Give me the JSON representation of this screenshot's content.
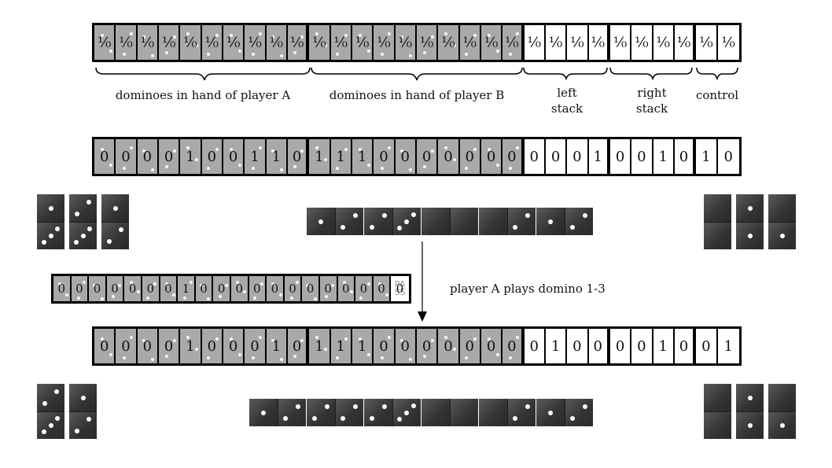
{
  "labels": {
    "hand_a": "dominoes in hand of player A",
    "hand_b": "dominoes in hand of player B",
    "left_stack": [
      "left",
      "stack"
    ],
    "right_stack": [
      "right",
      "stack"
    ],
    "control": "control",
    "move": "player A plays domino 1-3"
  },
  "rows": {
    "legend": {
      "gray": [
        "¹⁄₀",
        "¹⁄₀",
        "¹⁄₀",
        "¹⁄₀",
        "¹⁄₀",
        "¹⁄₀",
        "¹⁄₀",
        "¹⁄₀",
        "¹⁄₀",
        "¹⁄₀",
        "¹⁄₀",
        "¹⁄₀",
        "¹⁄₀",
        "¹⁄₀",
        "¹⁄₀",
        "¹⁄₀",
        "¹⁄₀",
        "¹⁄₀",
        "¹⁄₀",
        "¹⁄₀"
      ],
      "white": [
        "¹⁄₀",
        "¹⁄₀",
        "¹⁄₀",
        "¹⁄₀",
        "¹⁄₀",
        "¹⁄₀",
        "¹⁄₀",
        "¹⁄₀",
        "¹⁄₀",
        "¹⁄₀"
      ]
    },
    "before": {
      "gray": [
        "0",
        "0",
        "0",
        "0",
        "1",
        "0",
        "0",
        "1",
        "1",
        "0",
        "1",
        "1",
        "1",
        "0",
        "0",
        "0",
        "0",
        "0",
        "0",
        "0"
      ],
      "white": [
        "0",
        "0",
        "0",
        "1",
        "0",
        "0",
        "1",
        "0",
        "1",
        "0"
      ]
    },
    "move": {
      "gray": [
        "0",
        "0",
        "0",
        "0",
        "0",
        "0",
        "0",
        "1",
        "0",
        "0",
        "0",
        "0",
        "0",
        "0",
        "0",
        "0",
        "0",
        "0",
        "0"
      ],
      "pass": [
        "PA",
        "SS"
      ],
      "pass_value": "0"
    },
    "after": {
      "gray": [
        "0",
        "0",
        "0",
        "0",
        "1",
        "0",
        "0",
        "0",
        "1",
        "0",
        "1",
        "1",
        "1",
        "0",
        "0",
        "0",
        "0",
        "0",
        "0",
        "0"
      ],
      "white": [
        "0",
        "1",
        "0",
        "0",
        "0",
        "0",
        "1",
        "0",
        "0",
        "1"
      ]
    }
  },
  "dominoes": {
    "before": {
      "hand_a": [
        [
          1,
          3
        ],
        [
          2,
          3
        ],
        [
          1,
          2
        ]
      ],
      "chain": [
        [
          1,
          2
        ],
        [
          2,
          3
        ],
        [
          0,
          0
        ],
        [
          0,
          2
        ],
        [
          1,
          2
        ]
      ],
      "hand_b": [
        [
          0,
          0
        ],
        [
          1,
          1
        ],
        [
          0,
          1
        ]
      ]
    },
    "after": {
      "hand_a": [
        [
          2,
          3
        ],
        [
          1,
          2
        ]
      ],
      "chain": [
        [
          1,
          2
        ],
        [
          2,
          2
        ],
        [
          2,
          3
        ],
        [
          0,
          0
        ],
        [
          0,
          2
        ],
        [
          1,
          2
        ]
      ],
      "hand_b": [
        [
          0,
          0
        ],
        [
          1,
          1
        ],
        [
          0,
          1
        ]
      ]
    }
  }
}
